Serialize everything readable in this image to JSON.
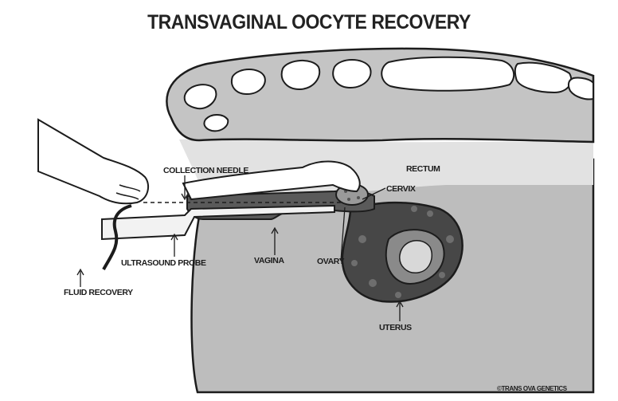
{
  "title": "TRANSVAGINAL OOCYTE RECOVERY",
  "labels": {
    "collection_needle": "COLLECTION NEEDLE",
    "rectum": "RECTUM",
    "cervix": "CERVIX",
    "ultrasound_probe": "ULTRASOUND PROBE",
    "vagina": "VAGINA",
    "ovary": "OVARY",
    "fluid_recovery": "FLUID RECOVERY",
    "uterus": "UTERUS"
  },
  "copyright": "©TRANS OVA GENETICS",
  "colors": {
    "body": "#bdbdbd",
    "rectum": "#e2e2e2",
    "tract": "#5a5a5a",
    "uterus": "#474747",
    "outline": "#1c1c1c",
    "spine_bone": "#ffffff"
  }
}
